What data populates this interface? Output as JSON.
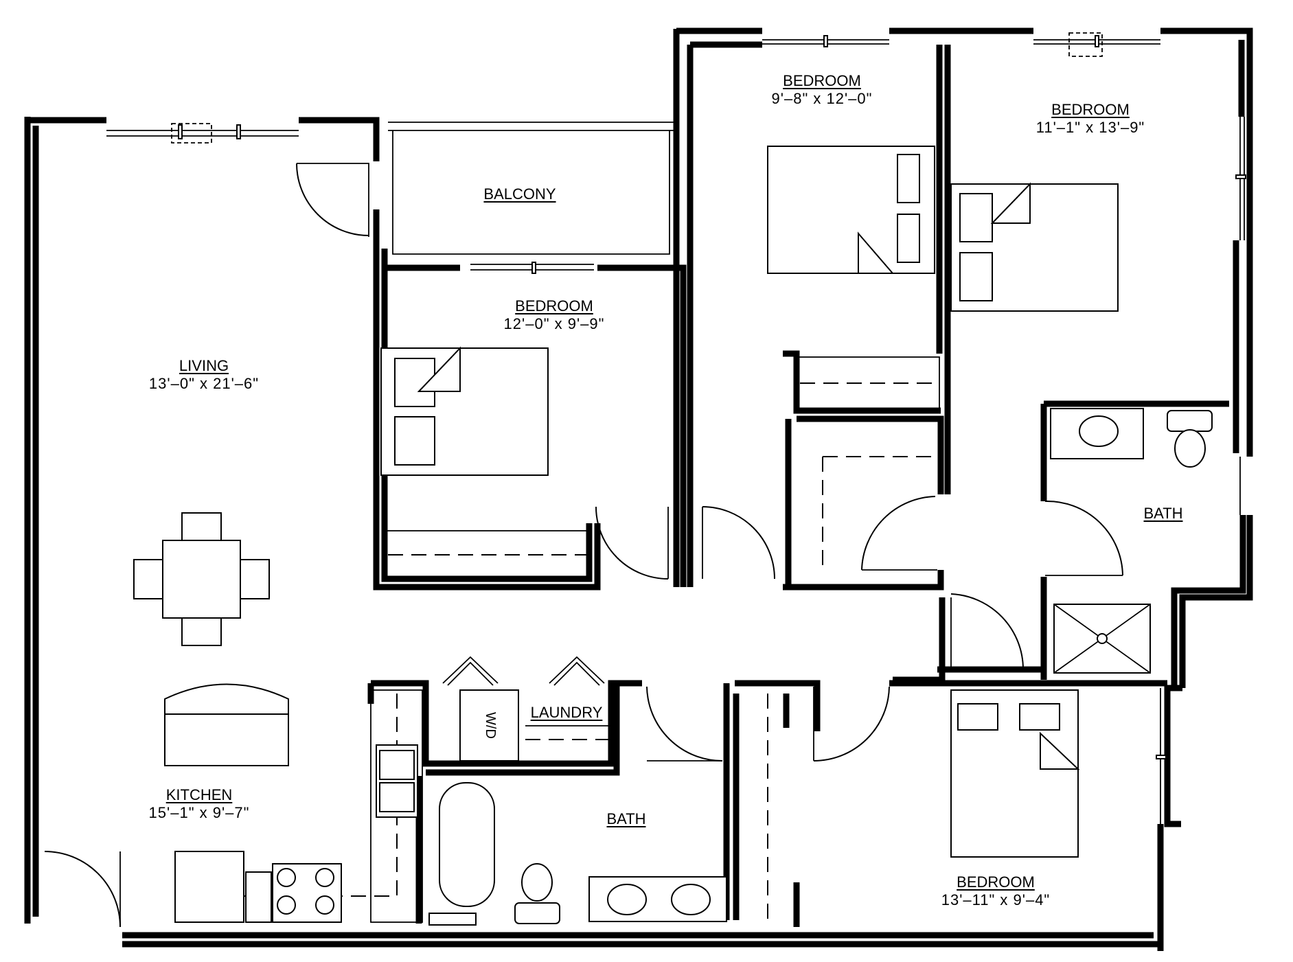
{
  "plan": {
    "rooms": [
      {
        "id": "living",
        "name": "LIVING",
        "dimensions": "13'–0\" x 21'–6\""
      },
      {
        "id": "kitchen",
        "name": "KITCHEN",
        "dimensions": "15'–1\" x 9'–7\""
      },
      {
        "id": "balcony",
        "name": "BALCONY",
        "dimensions": ""
      },
      {
        "id": "bedroom1",
        "name": "BEDROOM",
        "dimensions": "12'–0\" x 9'–9\""
      },
      {
        "id": "bedroom2",
        "name": "BEDROOM",
        "dimensions": "9'–8\" x 12'–0\""
      },
      {
        "id": "bedroom3",
        "name": "BEDROOM",
        "dimensions": "11'–1\" x 13'–9\""
      },
      {
        "id": "bedroom4",
        "name": "BEDROOM",
        "dimensions": "13'–11\" x 9'–4\""
      },
      {
        "id": "bath1",
        "name": "BATH",
        "dimensions": ""
      },
      {
        "id": "bath2",
        "name": "BATH",
        "dimensions": ""
      },
      {
        "id": "laundry",
        "name": "LAUNDRY",
        "dimensions": ""
      }
    ],
    "appliance_labels": {
      "washer_dryer": "W/D"
    }
  }
}
